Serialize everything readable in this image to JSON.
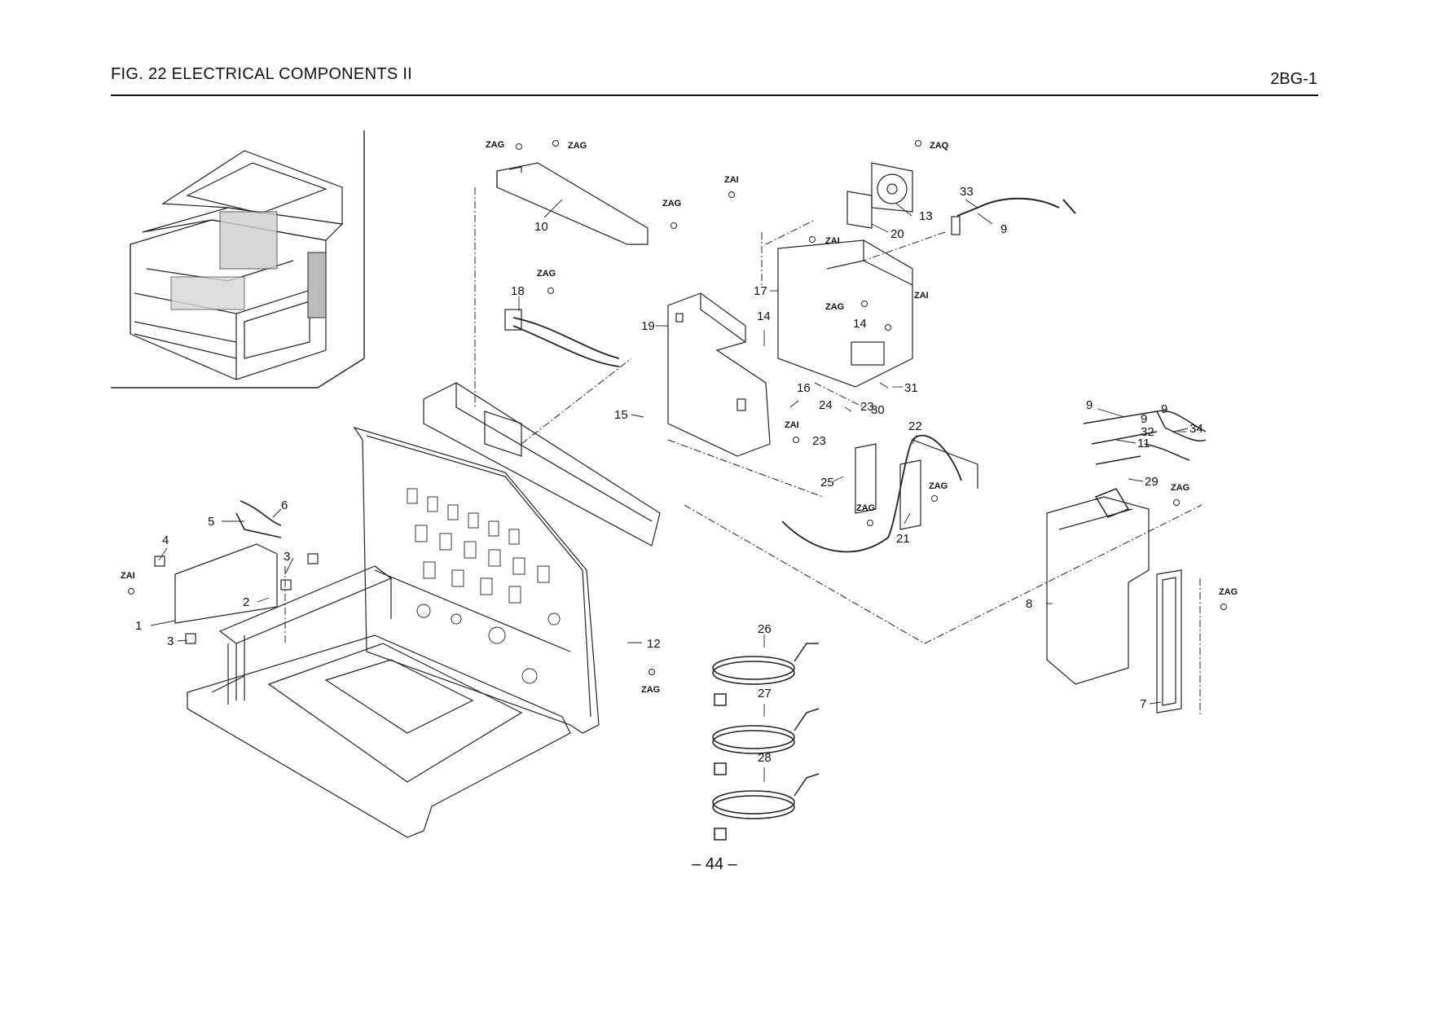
{
  "header": {
    "title": "FIG.  22  ELECTRICAL COMPONENTS II",
    "code": "2BG-1"
  },
  "footer": {
    "page_number": "– 44 –"
  },
  "callouts": [
    "1",
    "2",
    "3",
    "3",
    "4",
    "5",
    "6",
    "7",
    "8",
    "9",
    "9",
    "9",
    "9",
    "10",
    "11",
    "12",
    "13",
    "14",
    "14",
    "15",
    "16",
    "17",
    "18",
    "19",
    "20",
    "21",
    "22",
    "23",
    "23",
    "24",
    "25",
    "26",
    "27",
    "28",
    "29",
    "30",
    "31",
    "32",
    "33",
    "34"
  ],
  "screw_codes": [
    "ZAG",
    "ZAG",
    "ZAQ",
    "ZAI",
    "ZAG",
    "ZAI",
    "ZAG",
    "ZAI",
    "ZAI",
    "ZAG",
    "ZAG",
    "ZAG",
    "ZAG",
    "ZAG",
    "ZAI",
    "ZAG"
  ]
}
